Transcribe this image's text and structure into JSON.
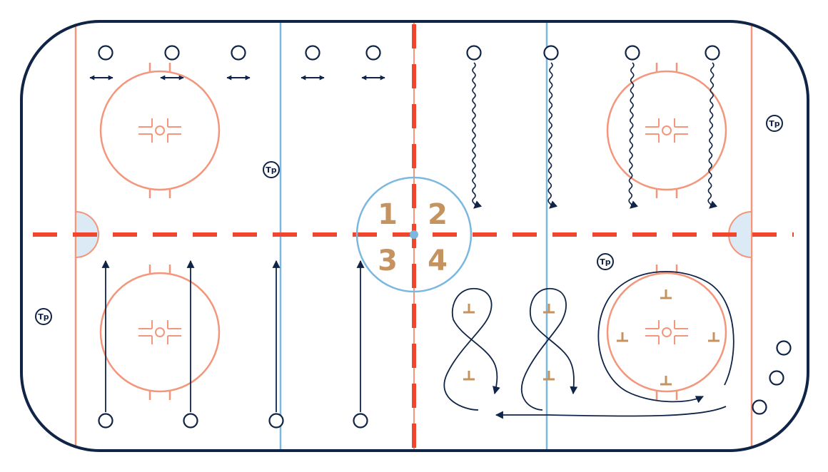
{
  "colors": {
    "board": "#0f2446",
    "red_line": "#f2452e",
    "circle": "#f4967c",
    "blue_line": "#7ab8e0",
    "center_circle": "#7ab8e0",
    "zone_numbers": "#c4935f",
    "crease_fill": "#dceaf5",
    "cone": "#c4935f",
    "player": "#0f2446",
    "path": "#0f2446"
  },
  "zone_labels": [
    "1",
    "2",
    "3",
    "4"
  ],
  "coach_label": "Tp",
  "icons": {
    "player": "circle-outline",
    "cone": "t-shaped-marker",
    "coach": "circled-tp"
  }
}
